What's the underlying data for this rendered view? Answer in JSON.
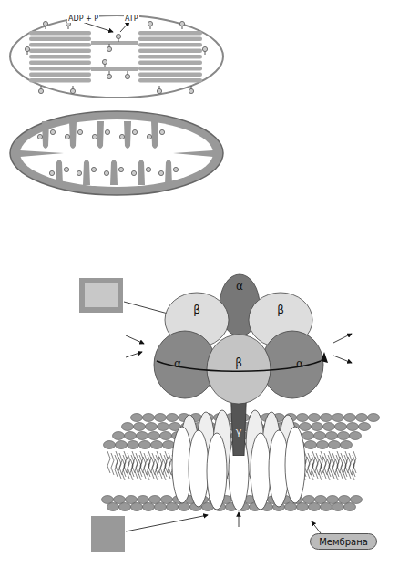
{
  "diagram": {
    "nodes": [
      {
        "text": [
          "α"
        ]
      },
      {
        "text": [
          "β"
        ]
      },
      {
        "text": [
          "β"
        ]
      },
      {
        "text": [
          "α"
        ]
      },
      {
        "text": [
          "α"
        ]
      },
      {
        "text": [
          "γ"
        ]
      },
      {
        "text": [
          "β"
        ]
      },
      {
        "text": [
          "Мембрана"
        ]
      }
    ],
    "labels": [
      "ADP + P",
      "ATP"
    ]
  }
}
